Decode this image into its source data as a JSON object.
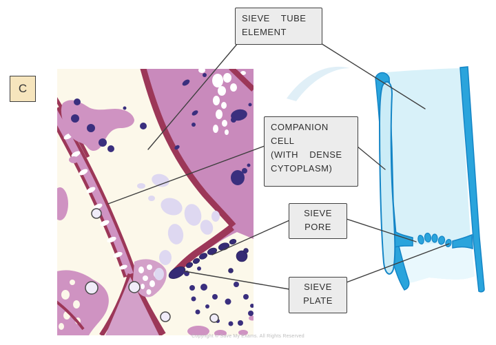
{
  "figure_label": {
    "text": "C"
  },
  "callouts": {
    "sieve_tube_element": {
      "text": "SIEVE  TUBE\nELEMENT"
    },
    "companion_cell": {
      "text": "COMPANION\nCELL\n(WITH  DENSE\nCYTOPLASM)"
    },
    "sieve_pore": {
      "text": "SIEVE\nPORE"
    },
    "sieve_plate": {
      "text": "SIEVE\nPLATE"
    }
  },
  "footer": {
    "copyright": "Copyright © Save My Exams. All Rights Reserved"
  },
  "colors": {
    "callout_bg": "#ececec",
    "callout_border": "#3f3f3f",
    "leader_line": "#3f3f3f",
    "figure_label_bg": "#f6e5bd",
    "micrograph": {
      "background": "#fcf8ea",
      "cytoplasm_pink": "#c98abc",
      "cell_wall_maroon": "#9c3758",
      "organelle_purple": "#3a2f7e",
      "vacuole_lavender": "#ded8f1"
    },
    "schematic": {
      "wall_blue": "#2aa4dc",
      "outline_blue": "#1485c6",
      "lumen_light_blue": "#d8f1f9",
      "below_plate_blue": "#e9f8fd",
      "companion_cell_blue": "#cbecf7"
    }
  }
}
